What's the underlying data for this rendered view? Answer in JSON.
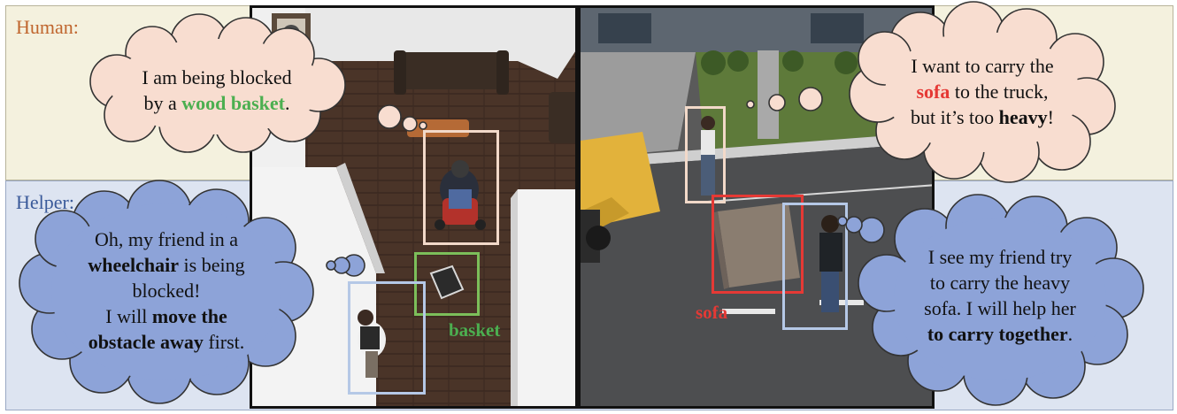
{
  "roles": {
    "human_label": "Human:",
    "helper_label": "Helper:"
  },
  "left_scene": {
    "human_thought": {
      "line1": "I am being blocked",
      "line2_pre": "by a ",
      "line2_em": "wood basket",
      "line2_post": "."
    },
    "helper_thought": {
      "line1": "Oh, my friend in a",
      "line2_em": "wheelchair",
      "line2_post": " is being",
      "line3": "blocked!",
      "line4": "I will ",
      "line4_em": "move the",
      "line5_em": "obstacle away",
      "line5_post": " first."
    },
    "object_label": "basket"
  },
  "right_scene": {
    "human_thought": {
      "line1": "I want to carry the",
      "line2_em": "sofa",
      "line2_post": " to the truck,",
      "line3_pre": "but it’s too ",
      "line3_em": "heavy",
      "line3_post": "!"
    },
    "helper_thought": {
      "line1": "I see my friend try",
      "line2": "to carry the heavy",
      "line3": "sofa. I will help her",
      "line4_em": "to carry together",
      "line4_post": "."
    },
    "object_label": "sofa"
  },
  "colors": {
    "human_band": "#f4f1de",
    "helper_band": "#dde4f1",
    "human_cloud": "#f8ddd0",
    "helper_cloud": "#8da3d8",
    "human_label_color": "#c0662e",
    "helper_label_color": "#3a5a9a",
    "human_box": "#f2d9c9",
    "helper_box": "#b5c8e6",
    "basket_box": "#7cbf5a",
    "sofa_box": "#e53935"
  }
}
